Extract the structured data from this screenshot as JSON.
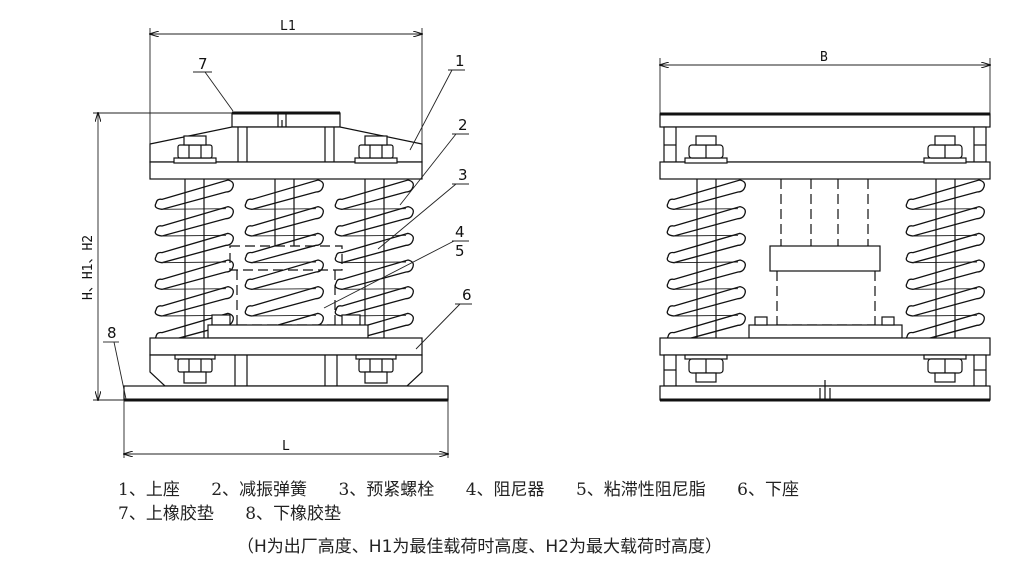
{
  "front_view": {
    "dimensions": {
      "width": "L1",
      "base_width": "L",
      "height": "H、H1、H2"
    },
    "leader_labels": [
      "1",
      "2",
      "3",
      "4",
      "5",
      "6",
      "7",
      "8"
    ]
  },
  "side_view": {
    "dimensions": {
      "width": "B"
    }
  },
  "legend": {
    "row1": [
      {
        "num": "1、",
        "name": "上座"
      },
      {
        "num": "2、",
        "name": "减振弹簧"
      },
      {
        "num": "3、",
        "name": "预紧螺栓"
      },
      {
        "num": "4、",
        "name": "阻尼器"
      },
      {
        "num": "5、",
        "name": "粘滞性阻尼脂"
      },
      {
        "num": "6、",
        "name": "下座"
      }
    ],
    "row2": [
      {
        "num": "7、",
        "name": "上橡胶垫"
      },
      {
        "num": "8、",
        "name": "下橡胶垫"
      }
    ],
    "note": "（H为出厂高度、H1为最佳载荷时高度、H2为最大载荷时高度）"
  },
  "colors": {
    "line": "#111111",
    "background": "#ffffff"
  }
}
